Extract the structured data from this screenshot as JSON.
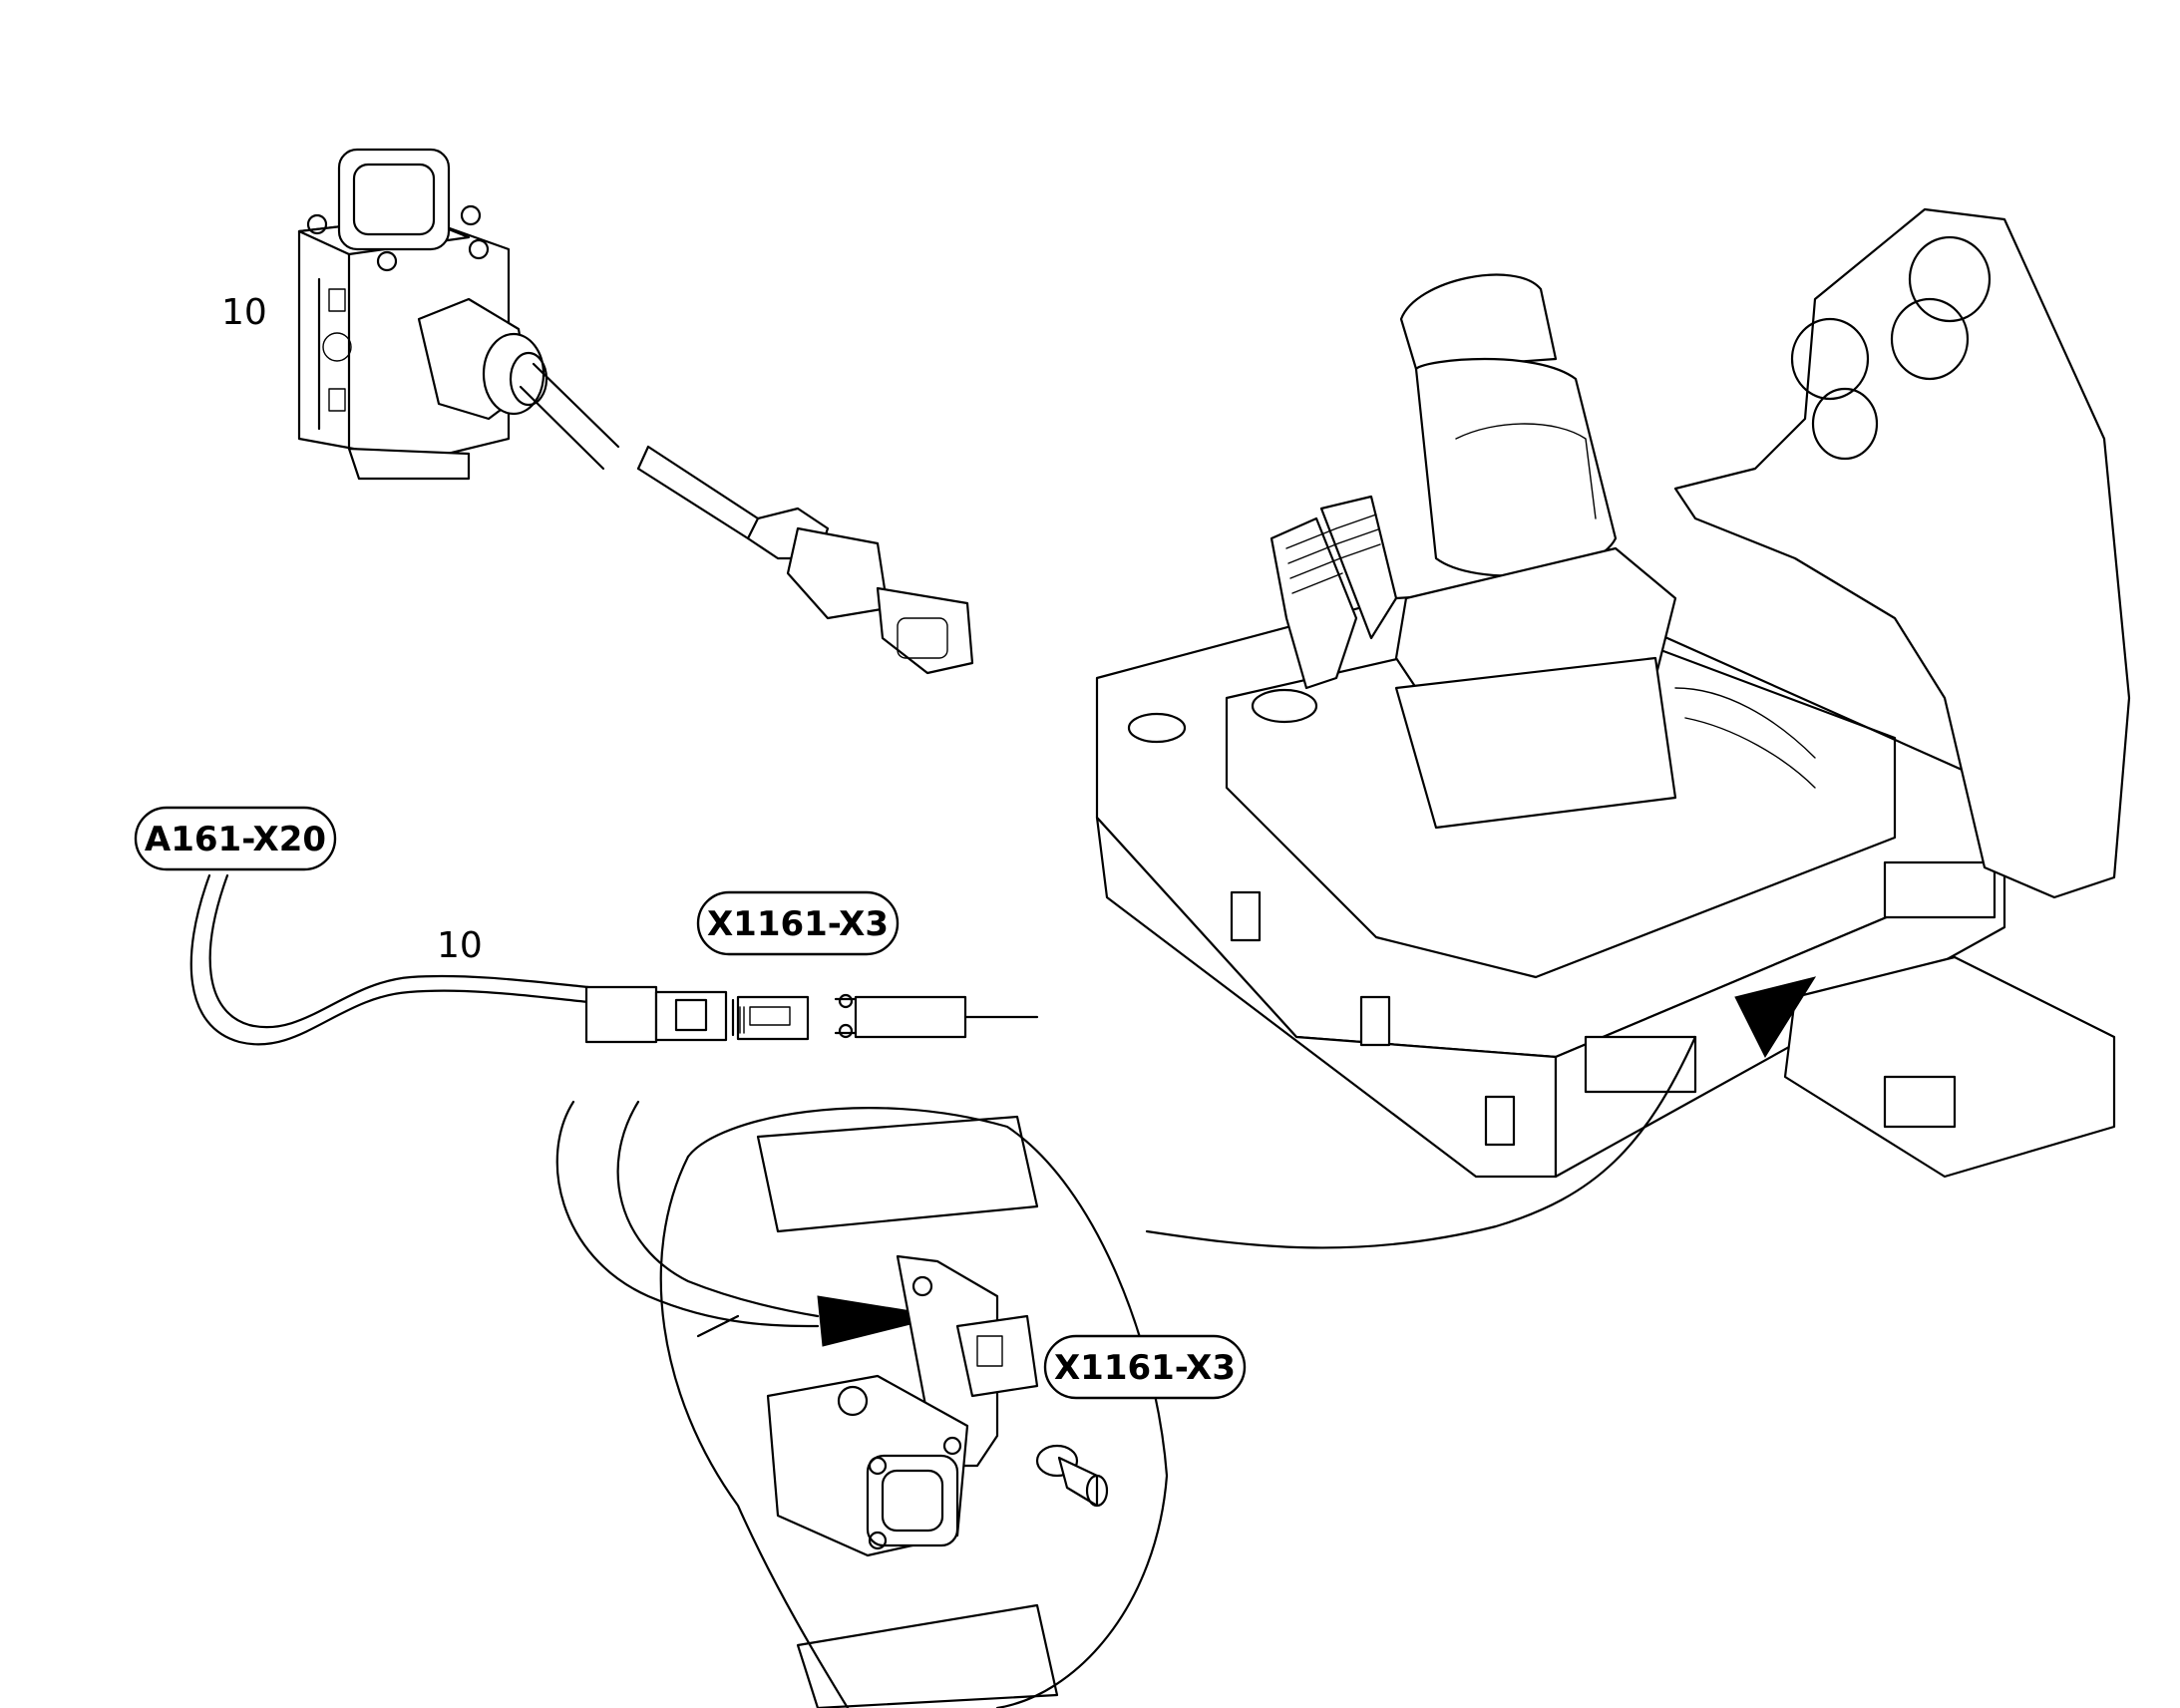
{
  "labels": {
    "item_top": "10",
    "item_mid": "10",
    "callout_a161": "A161-X20",
    "callout_x1161_top": "X1161-X3",
    "callout_x1161_bottom": "X1161-X3"
  }
}
